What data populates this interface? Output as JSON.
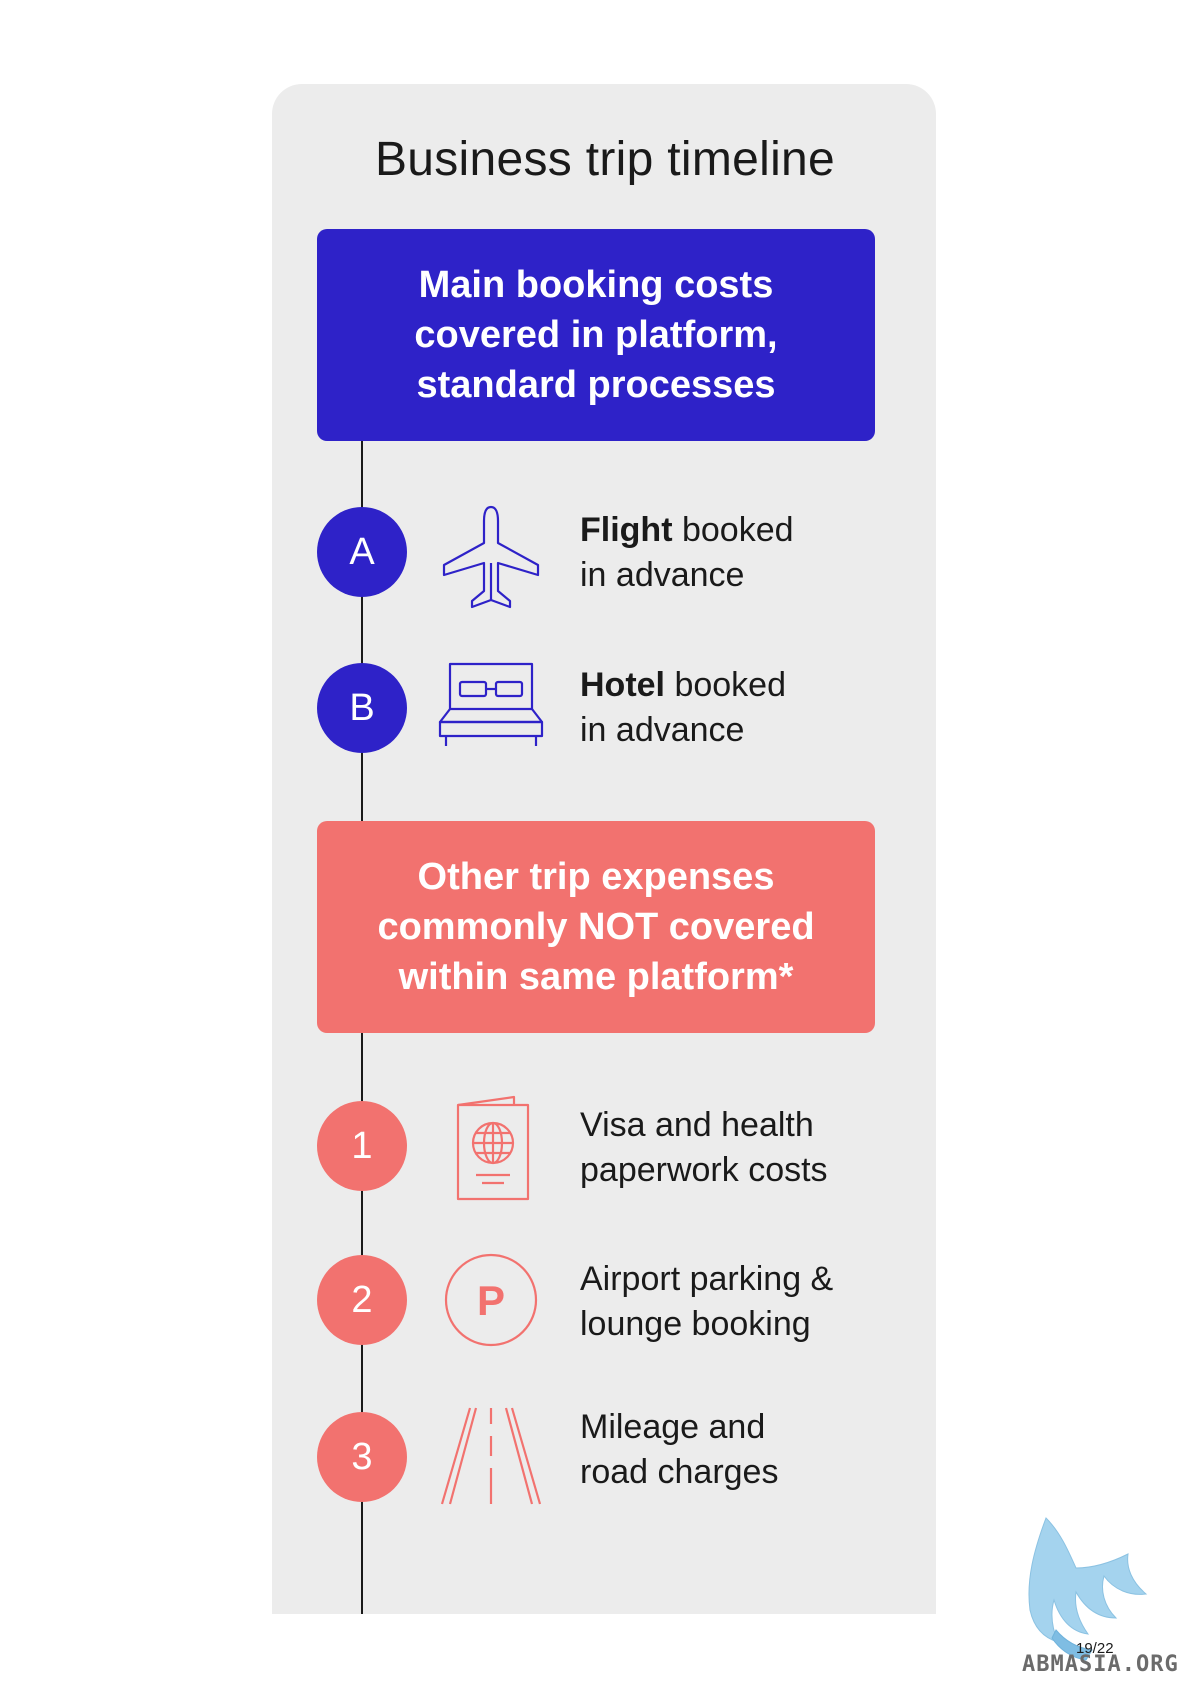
{
  "title": "Business trip timeline",
  "banners": {
    "main": "Main booking costs covered in platform, standard processes",
    "other": "Other trip expenses commonly NOT covered within same platform*"
  },
  "items": [
    {
      "marker": "A",
      "icon": "airplane-icon",
      "bold": "Flight",
      "rest": " booked",
      "line2": "in advance"
    },
    {
      "marker": "B",
      "icon": "bed-icon",
      "bold": "Hotel",
      "rest": " booked",
      "line2": "in advance"
    },
    {
      "marker": "1",
      "icon": "passport-icon",
      "line1": "Visa and health",
      "line2": "paperwork costs"
    },
    {
      "marker": "2",
      "icon": "parking-icon",
      "line1": "Airport parking &",
      "line2": "lounge booking"
    },
    {
      "marker": "3",
      "icon": "road-icon",
      "line1": "Mileage and",
      "line2": "road charges"
    }
  ],
  "page_number": "19/22",
  "watermark": "ABMASIA.ORG",
  "colors": {
    "blue": "#2e22c8",
    "coral": "#f2726f",
    "card": "#ececec"
  }
}
